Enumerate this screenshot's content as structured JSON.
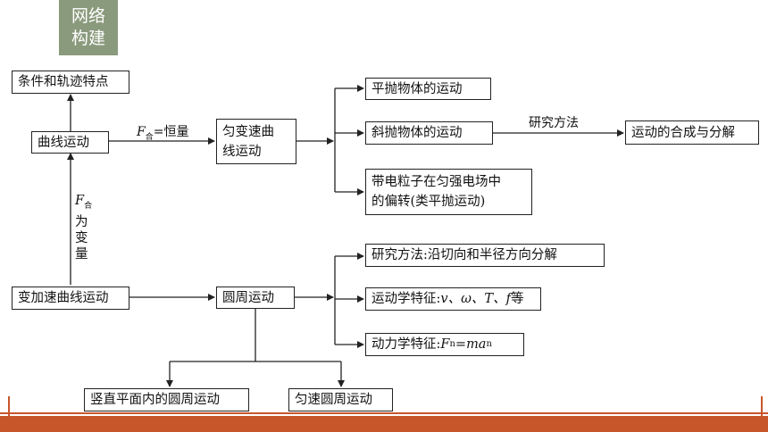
{
  "section_tag": {
    "line1": "网络",
    "line2": "构建"
  },
  "nodes": {
    "conditions": "条件和轨迹特点",
    "curve_motion": "曲线运动",
    "uniform_accel_1": "匀变速曲",
    "uniform_accel_2": "线运动",
    "projectile": "平抛物体的运动",
    "oblique": "斜抛物体的运动",
    "composition": "运动的合成与分解",
    "charged_1": "带电粒子在匀强电场中",
    "charged_2": "的偏转(类平抛运动)",
    "variable_accel": "变加速曲线运动",
    "circular": "圆周运动",
    "method": "研究方法:沿切向和半径方向分解",
    "kinematic_prefix": "运动学特征:",
    "kinematic_vars": "v、ω、T、f",
    "kinematic_suffix": "等",
    "dynamic_prefix": "动力学特征:",
    "dynamic_F": "F",
    "dynamic_n": "n",
    "dynamic_eq": "=",
    "dynamic_ma": "ma",
    "dynamic_n2": "n",
    "vertical": "竖直平面内的圆周运动",
    "uniform_circular": "匀速圆周运动"
  },
  "edge_labels": {
    "force_F": "F",
    "force_sub": "合",
    "force_const": "=恒量",
    "method": "研究方法",
    "var_F": "F",
    "var_sub": "合",
    "var_text": "为变量"
  }
}
